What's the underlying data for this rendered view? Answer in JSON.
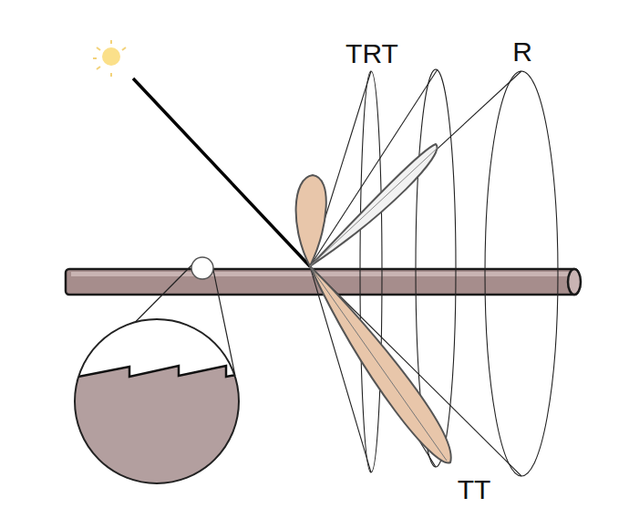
{
  "diagram": {
    "labels": [
      "TRT",
      "R",
      "TT"
    ]
  }
}
